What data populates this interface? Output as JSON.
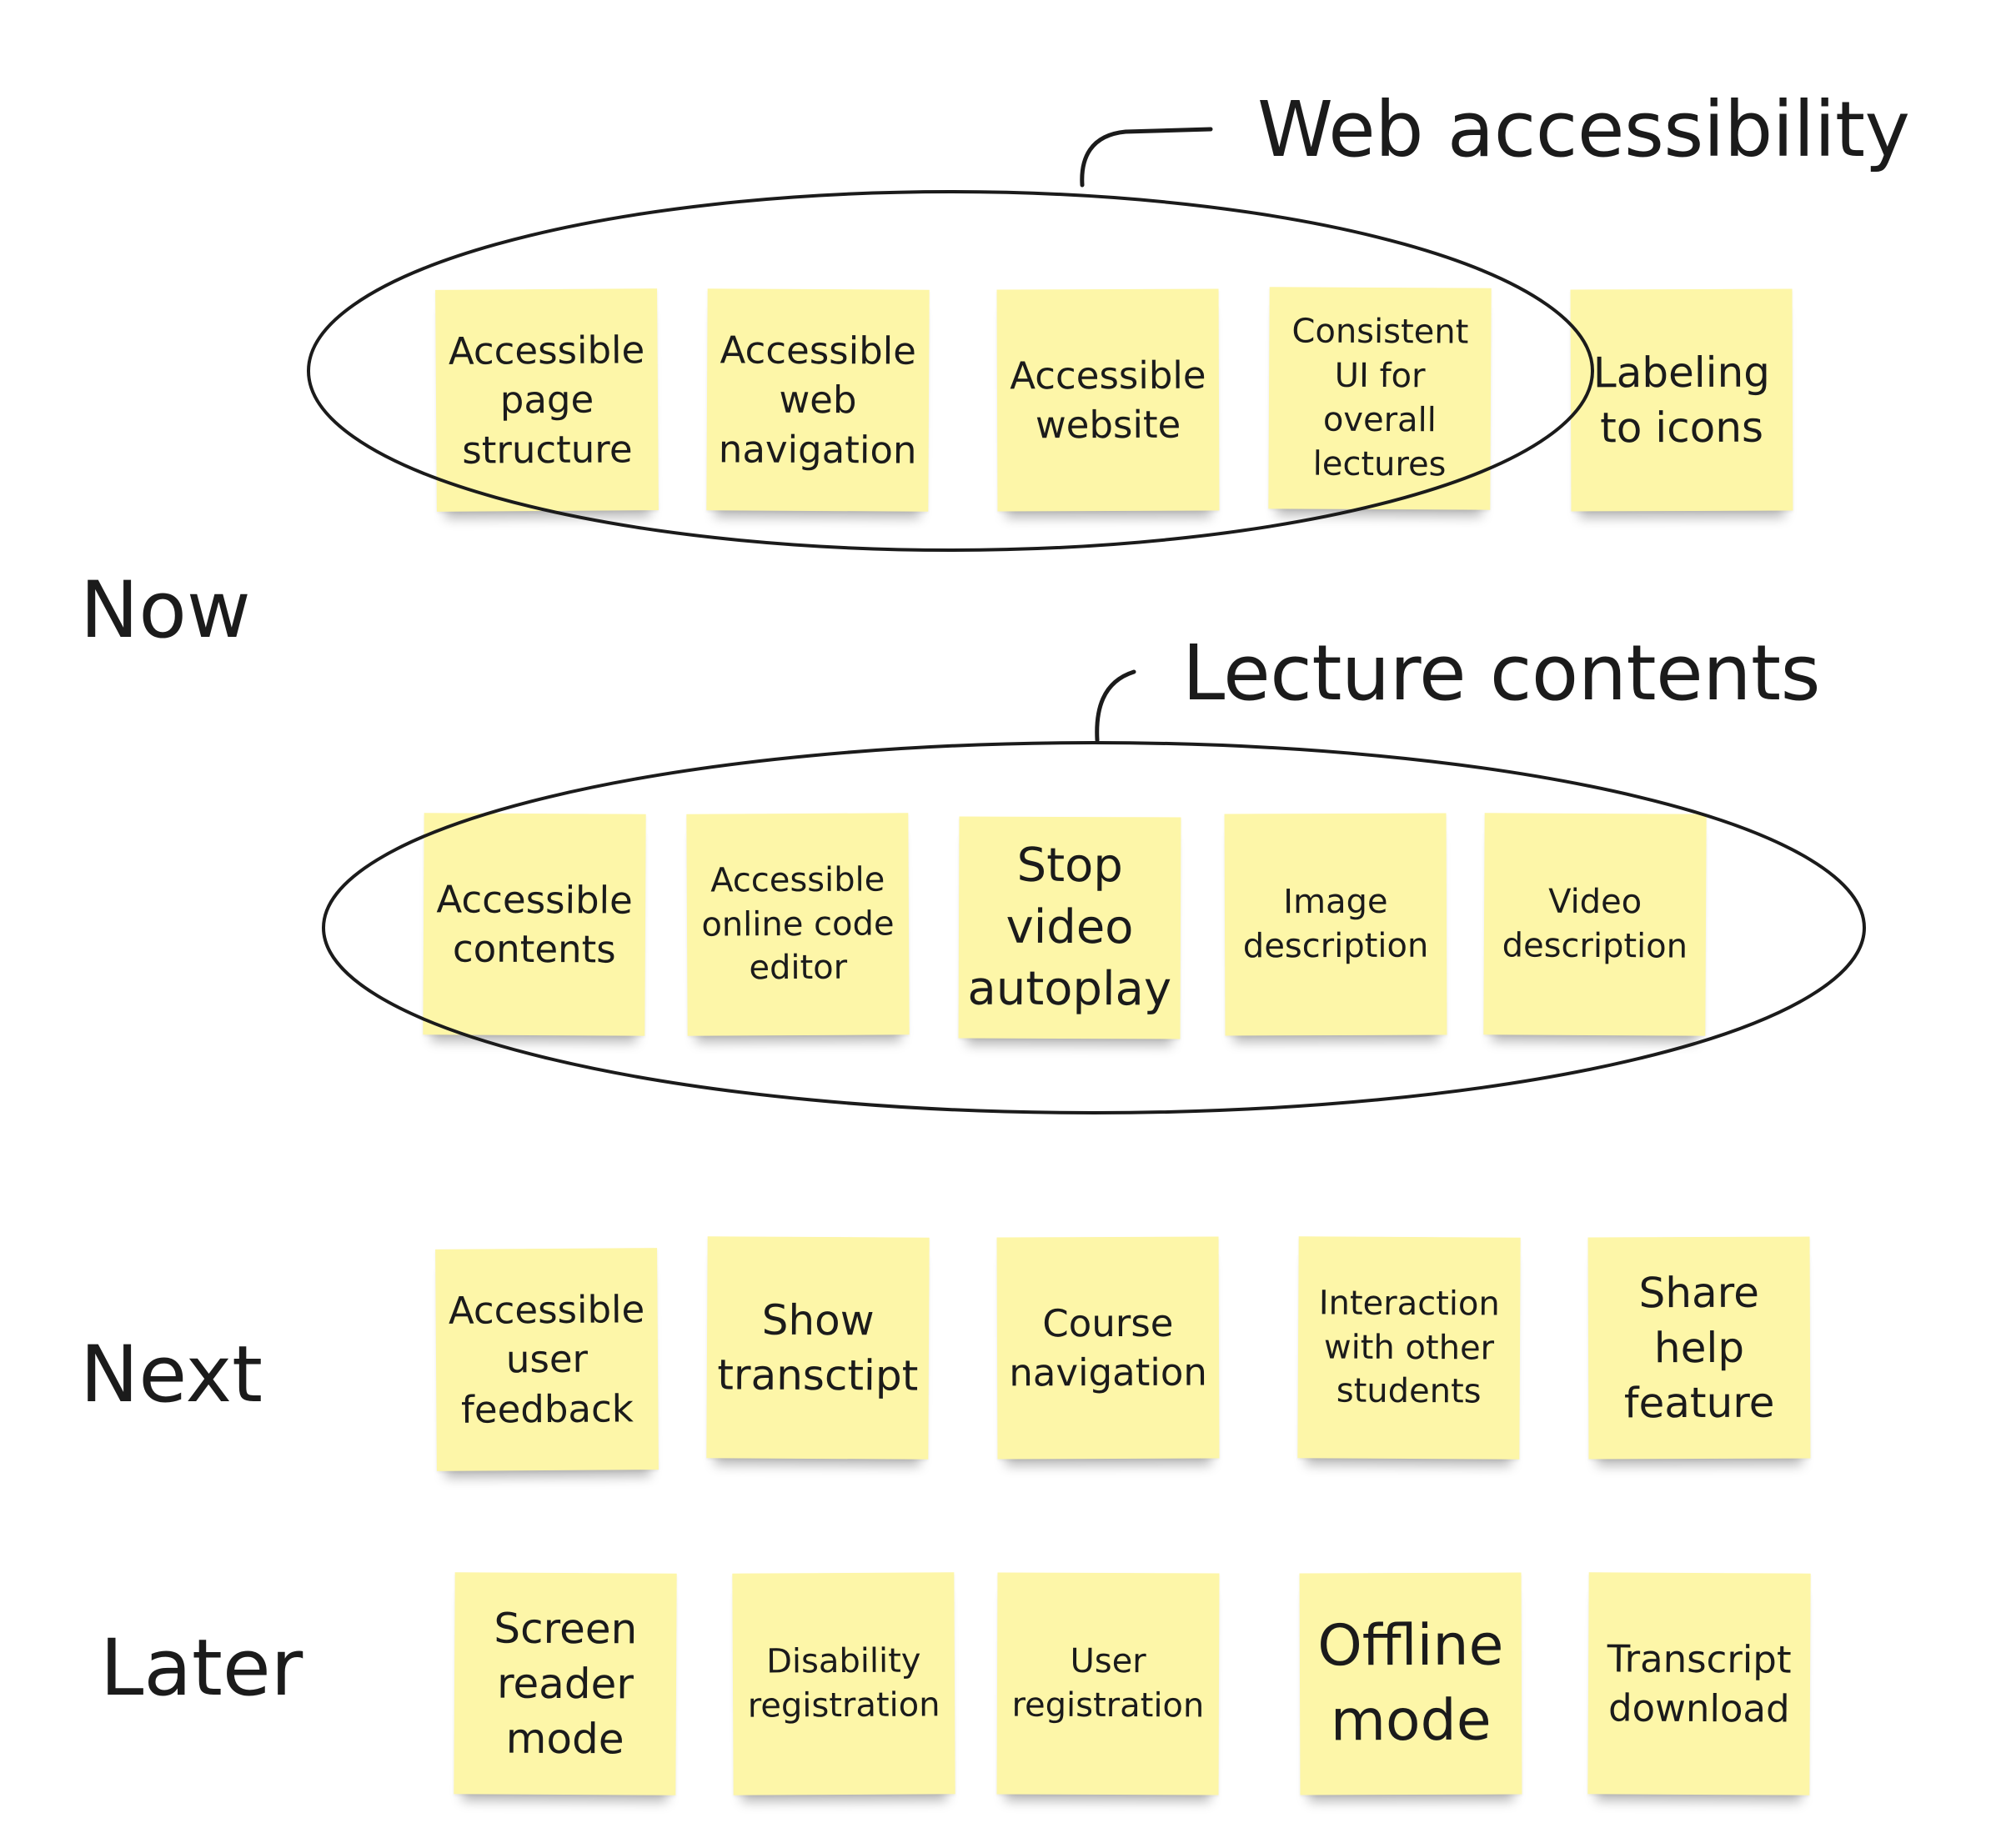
{
  "groups": {
    "web_accessibility": {
      "title": "Web accessibility"
    },
    "lecture_contents": {
      "title": "Lecture contents"
    }
  },
  "rows": {
    "now": "Now",
    "next": "Next",
    "later": "Later"
  },
  "notes": {
    "now_web": [
      "Accessible\npage\nstructure",
      "Accessible\nweb\nnavigation",
      "Accessible\nwebsite",
      "Consistent\nUI for\noverall\nlectures",
      "Labeling\nto icons"
    ],
    "now_lecture": [
      "Accessible\ncontents",
      "Accessible\nonline code\neditor",
      "Stop\nvideo\nautoplay",
      "Image\ndescription",
      "Video\ndescription"
    ],
    "next": [
      "Accessible\nuser\nfeedback",
      "Show\ntransctipt",
      "Course\nnavigation",
      "Interaction\nwith other\nstudents",
      "Share\nhelp\nfeature"
    ],
    "later": [
      "Screen\nreader\nmode",
      "Disability\nregistration",
      "User\nregistration",
      "Offline\nmode",
      "Transcript\ndownload"
    ]
  },
  "colors": {
    "note": "#fdf6a8",
    "ink": "#1b1b1b",
    "background": "#ffffff"
  }
}
